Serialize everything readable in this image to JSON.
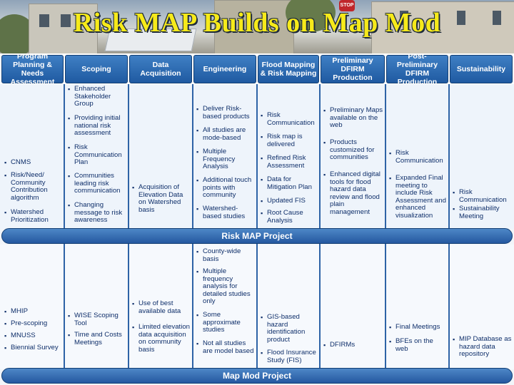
{
  "title": "Risk MAP Builds on Map Mod",
  "banner": {
    "sign_text": "STOP"
  },
  "headers": [
    "Program Planning & Needs Assessment",
    "Scoping",
    "Data Acquisition",
    "Engineering",
    "Flood Mapping & Risk Mapping",
    "Preliminary DFIRM Production",
    "Post-Preliminary DFIRM Production",
    "Sustainability"
  ],
  "risk_map": {
    "label": "Risk MAP Project",
    "columns": [
      [
        "CNMS",
        "Risk/Need/ Community Contribution algorithm",
        "Watershed Prioritization"
      ],
      [
        "Enhanced Stakeholder Group",
        "Providing initial national risk assessment",
        "Risk Communication Plan",
        "Communities leading risk communication",
        "Changing message to risk awareness"
      ],
      [
        "Acquisition of Elevation Data on Watershed basis"
      ],
      [
        "Deliver Risk-based products",
        "All studies are mode-based",
        "Multiple Frequency Analysis",
        "Additional touch points with community",
        "Watershed-based studies"
      ],
      [
        "Risk Communication",
        "Risk map is delivered",
        "Refined Risk Assessment",
        "Data for Mitigation Plan",
        "Updated FIS",
        "Root Cause Analysis"
      ],
      [
        "Preliminary Maps available on the web",
        "Products customized for communities",
        "Enhanced digital tools for flood hazard data review and flood plain management"
      ],
      [
        "Risk Communication",
        "Expanded Final meeting to include Risk Assessment and enhanced visualization"
      ],
      [
        "Risk Communication",
        "Sustainability Meeting"
      ]
    ]
  },
  "map_mod": {
    "label": "Map Mod Project",
    "columns": [
      [
        "MHIP",
        "Pre-scoping",
        "MNUSS",
        "Biennial Survey"
      ],
      [
        "WISE Scoping Tool",
        "Time and Costs Meetings"
      ],
      [
        "Use of best available data",
        "Limited elevation data acquisition on community basis"
      ],
      [
        "County-wide basis",
        "Multiple frequency analysis for detailed studies only",
        "Some approximate studies",
        "Not all studies are model based"
      ],
      [
        "GIS-based hazard identification product",
        "Flood Insurance Study (FIS)"
      ],
      [
        "DFIRMs"
      ],
      [
        "Final Meetings",
        "BFEs on the web"
      ],
      [
        "MIP Database as hazard data repository"
      ]
    ]
  }
}
